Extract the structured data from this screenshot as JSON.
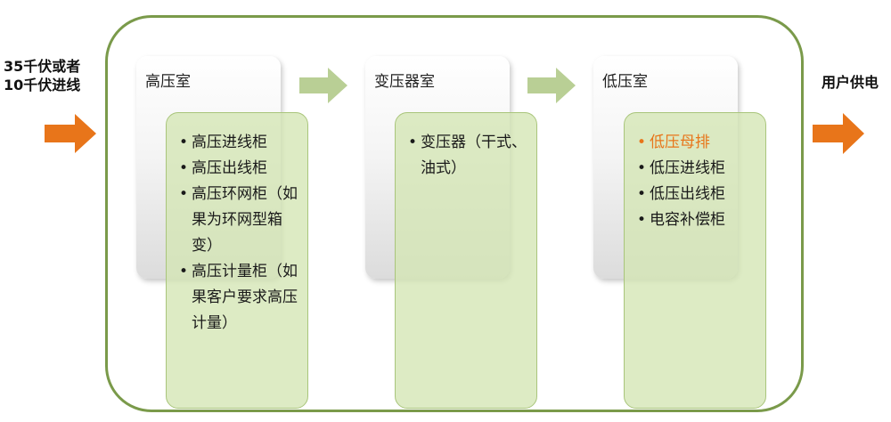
{
  "input_label": "35千伏或者\n10千伏进线",
  "output_label": "用户供电",
  "rooms": [
    {
      "title": "高压室",
      "items": [
        "高压进线柜",
        "高压出线柜",
        "高压环网柜（如果为环网型箱变）",
        "高压计量柜（如果客户要求高压计量）"
      ]
    },
    {
      "title": "变压器室",
      "items": [
        "变压器（干式、油式）"
      ]
    },
    {
      "title": "低压室",
      "items": [
        "低压母排",
        "低压进线柜",
        "低压出线柜",
        "电容补偿柜"
      ],
      "highlight": "低压母排"
    }
  ],
  "colors": {
    "frame": "#7a9a4a",
    "io_arrow": "#e8751a",
    "flow_arrow": "#b9cf95",
    "highlight": "#e8751a"
  }
}
